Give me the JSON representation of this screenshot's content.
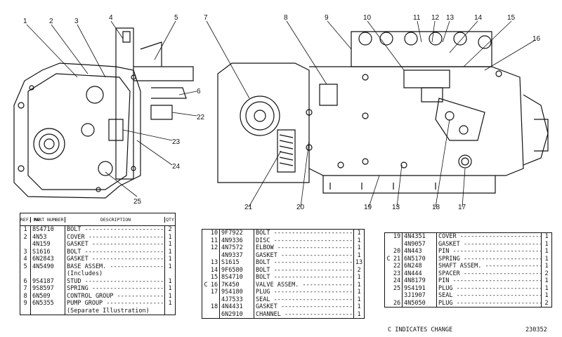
{
  "drawing": {
    "title": "Fuel injection pump parts illustration",
    "callouts": [
      "1",
      "2",
      "3",
      "4",
      "5",
      "6",
      "7",
      "8",
      "9",
      "10",
      "11",
      "12",
      "13",
      "14",
      "15",
      "16",
      "17",
      "18",
      "19",
      "20",
      "21",
      "22",
      "23",
      "24",
      "25"
    ]
  },
  "table1": {
    "headers": {
      "ref": "REF. NO.",
      "part": "PART NUMBER",
      "desc": "DESCRIPTION",
      "qty": "QTY"
    },
    "rows": [
      {
        "ref": "1",
        "part": "8S4710",
        "desc": "BOLT",
        "qty": "2"
      },
      {
        "ref": "2",
        "part": "4N53",
        "desc": "COVER",
        "qty": "1"
      },
      {
        "ref": "",
        "part": "4N159",
        "desc": "GASKET",
        "qty": "1"
      },
      {
        "ref": "3",
        "part": "S1616",
        "desc": "BOLT",
        "qty": "1"
      },
      {
        "ref": "4",
        "part": "6N2843",
        "desc": "GASKET",
        "qty": "1"
      },
      {
        "ref": "5",
        "part": "4N5490",
        "desc": "BASE ASSEM.",
        "qty": "1"
      },
      {
        "ref": "",
        "part": "",
        "desc": "(Includes)",
        "qty": ""
      },
      {
        "ref": "6",
        "part": "9S4187",
        "desc": "STUD",
        "qty": "1"
      },
      {
        "ref": "7",
        "part": "9S8597",
        "desc": "SPRING",
        "qty": "1"
      },
      {
        "ref": "8",
        "part": "6N509",
        "desc": "CONTROL GROUP",
        "qty": "1"
      },
      {
        "ref": "9",
        "part": "6N5355",
        "desc": "PUMP GROUP",
        "qty": "1"
      },
      {
        "ref": "",
        "part": "",
        "desc": "(Separate Illustration)",
        "qty": ""
      }
    ]
  },
  "table2": {
    "rows": [
      {
        "c": "",
        "ref": "10",
        "part": "9F7922",
        "desc": "BOLT",
        "qty": "1"
      },
      {
        "c": "",
        "ref": "11",
        "part": "4N9336",
        "desc": "DISC",
        "qty": "1"
      },
      {
        "c": "",
        "ref": "12",
        "part": "4N7572",
        "desc": "ELBOW",
        "qty": "1"
      },
      {
        "c": "",
        "ref": "",
        "part": "4N9337",
        "desc": "GASKET",
        "qty": "1"
      },
      {
        "c": "",
        "ref": "13",
        "part": "S1615",
        "desc": "BOLT",
        "qty": "13"
      },
      {
        "c": "",
        "ref": "14",
        "part": "9F6580",
        "desc": "BOLT",
        "qty": "2"
      },
      {
        "c": "",
        "ref": "15",
        "part": "8S4710",
        "desc": "BOLT",
        "qty": "1"
      },
      {
        "c": "C",
        "ref": "16",
        "part": "7K450",
        "desc": "VALVE ASSEM.",
        "qty": "1"
      },
      {
        "c": "",
        "ref": "17",
        "part": "9S4180",
        "desc": "PLUG",
        "qty": "1"
      },
      {
        "c": "",
        "ref": "",
        "part": "4J7533",
        "desc": "SEAL",
        "qty": "1"
      },
      {
        "c": "",
        "ref": "18",
        "part": "4N4431",
        "desc": "GASKET",
        "qty": "1"
      },
      {
        "c": "",
        "ref": "",
        "part": "6N2910",
        "desc": "CHANNEL",
        "qty": "1"
      }
    ]
  },
  "table3": {
    "rows": [
      {
        "c": "",
        "ref": "19",
        "part": "4N4351",
        "desc": "COVER",
        "qty": "1"
      },
      {
        "c": "",
        "ref": "",
        "part": "4N9057",
        "desc": "GASKET",
        "qty": "1"
      },
      {
        "c": "",
        "ref": "20",
        "part": "4N443",
        "desc": "PIN",
        "qty": "1"
      },
      {
        "c": "C",
        "ref": "21",
        "part": "6N5170",
        "desc": "SPRING",
        "qty": "1"
      },
      {
        "c": "",
        "ref": "22",
        "part": "6N248",
        "desc": "SHAFT ASSEM.",
        "qty": "1"
      },
      {
        "c": "",
        "ref": "23",
        "part": "4N444",
        "desc": "SPACER",
        "qty": "2"
      },
      {
        "c": "",
        "ref": "24",
        "part": "4N8179",
        "desc": "PIN",
        "qty": "1"
      },
      {
        "c": "",
        "ref": "25",
        "part": "9S4191",
        "desc": "PLUG",
        "qty": "1"
      },
      {
        "c": "",
        "ref": "",
        "part": "3J1907",
        "desc": "SEAL",
        "qty": "1"
      },
      {
        "c": "",
        "ref": "26",
        "part": "4N5050",
        "desc": "PLUG",
        "qty": "2"
      }
    ]
  },
  "footer": {
    "change_note": "C INDICATES CHANGE",
    "drawing_number": "230352"
  }
}
